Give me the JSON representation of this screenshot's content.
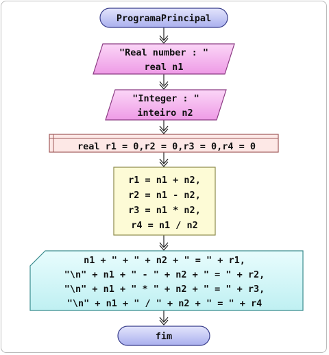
{
  "diagram": {
    "start": {
      "label": "ProgramaPrincipal"
    },
    "input1": {
      "lines": [
        "\"Real number : \"",
        "real n1"
      ]
    },
    "input2": {
      "lines": [
        "\"Integer  : \"",
        "inteiro n2"
      ]
    },
    "declare": {
      "label": "real r1 = 0,r2 = 0,r3 = 0,r4 = 0"
    },
    "process": {
      "lines": [
        "r1 = n1 + n2,",
        "r2 = n1 - n2,",
        "r3 = n1 * n2,",
        "r4 = n1 / n2"
      ]
    },
    "output": {
      "lines": [
        "n1 + \" + \" + n2 + \" = \" + r1,",
        "\"\\n\" + n1 + \" - \" + n2 + \" = \" + r2,",
        "\"\\n\" + n1 + \" * \" + n2 + \" = \" + r3,",
        "\"\\n\" + n1 + \" / \" + n2 + \" = \" + r4"
      ]
    },
    "end": {
      "label": "fim"
    },
    "colors": {
      "terminal_fill": "#c9cdf6",
      "terminal_stroke": "#3a3f8c",
      "input_fill": "#f6b6f0",
      "input_stroke": "#8a3a82",
      "declare_fill": "#fde8e6",
      "declare_stroke": "#a05a5a",
      "process_fill": "#fdfbd6",
      "process_stroke": "#8c8a4a",
      "output_fill": "#d2f7f8",
      "output_stroke": "#3a8c8e"
    }
  }
}
